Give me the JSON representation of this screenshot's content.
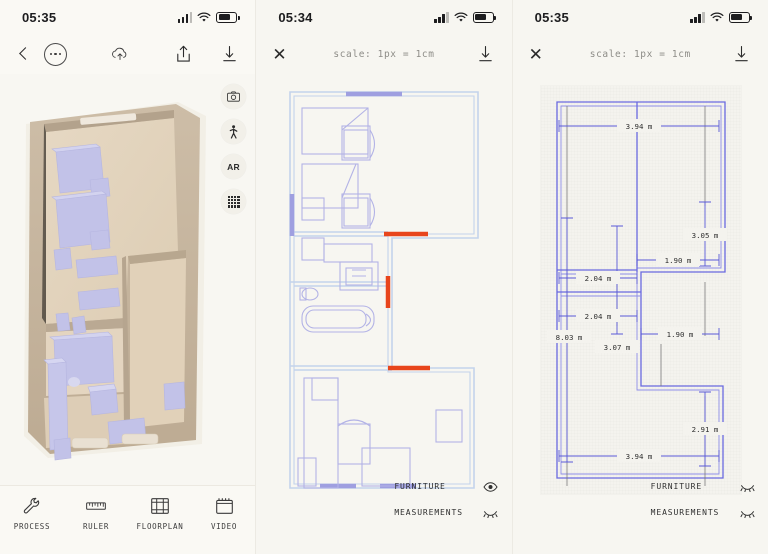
{
  "app": {
    "name": "floorplan-scanner"
  },
  "panels": [
    {
      "id": "panel-3d-view",
      "status": {
        "time": "05:35",
        "signal_icon": "signal-bars-icon",
        "wifi_icon": "wifi-icon",
        "battery_icon": "battery-icon"
      },
      "nav": {
        "back_icon": "chevron-left-icon",
        "more_icon": "more-options-icon",
        "cloud_icon": "cloud-upload-icon",
        "share_icon": "share-icon",
        "download_icon": "download-icon"
      },
      "side_tools": [
        {
          "name": "camera-tool",
          "icon": "camera-icon",
          "label": ""
        },
        {
          "name": "walkthrough-tool",
          "icon": "walking-person-icon",
          "label": ""
        },
        {
          "name": "ar-tool",
          "icon": "ar-text-icon",
          "label": "AR"
        },
        {
          "name": "grid-tool",
          "icon": "grid-icon",
          "label": ""
        }
      ],
      "tabs": [
        {
          "name": "tab-process",
          "label": "PROCESS",
          "icon": "wrench-icon"
        },
        {
          "name": "tab-ruler",
          "label": "RULER",
          "icon": "ruler-icon"
        },
        {
          "name": "tab-floorplan",
          "label": "FLOORPLAN",
          "icon": "floorplan-grid-icon"
        },
        {
          "name": "tab-video",
          "label": "VIDEO",
          "icon": "video-frame-icon"
        }
      ]
    },
    {
      "id": "panel-furniture-plan",
      "status": {
        "time": "05:34"
      },
      "nav": {
        "close_icon": "close-icon",
        "scale": "scale: 1px = 1cm",
        "download_icon": "download-icon"
      },
      "legend": [
        {
          "name": "legend-furniture",
          "label": "FURNITURE",
          "icon": "eye-open-icon",
          "visible": true
        },
        {
          "name": "legend-measurements",
          "label": "MEASUREMENTS",
          "icon": "eye-closed-icon",
          "visible": false
        }
      ]
    },
    {
      "id": "panel-measurements-plan",
      "status": {
        "time": "05:35"
      },
      "nav": {
        "close_icon": "close-icon",
        "scale": "scale: 1px = 1cm",
        "download_icon": "download-icon"
      },
      "legend": [
        {
          "name": "legend-furniture",
          "label": "FURNITURE",
          "icon": "eye-closed-icon",
          "visible": false
        },
        {
          "name": "legend-measurements",
          "label": "MEASUREMENTS",
          "icon": "eye-closed-icon",
          "visible": false
        }
      ],
      "measurements": [
        {
          "label": "3.94 m",
          "orientation": "horizontal"
        },
        {
          "label": "3.05 m",
          "orientation": "vertical"
        },
        {
          "label": "1.90 m",
          "orientation": "horizontal"
        },
        {
          "label": "2.04 m",
          "orientation": "horizontal"
        },
        {
          "label": "8.03 m",
          "orientation": "vertical"
        },
        {
          "label": "3.07 m",
          "orientation": "vertical"
        },
        {
          "label": "2.04 m",
          "orientation": "horizontal"
        },
        {
          "label": "1.90 m",
          "orientation": "horizontal"
        },
        {
          "label": "2.91 m",
          "orientation": "vertical"
        },
        {
          "label": "3.94 m",
          "orientation": "horizontal"
        }
      ]
    }
  ],
  "colors": {
    "background": "#f7f6f1",
    "panel_background": "#faf9f4",
    "wall_line": "#b9cbe8",
    "furniture_line": "#b3b3e6",
    "door_marker": "#e8451c",
    "window_marker": "#9f9fe0",
    "measure_line": "#5a5ad8",
    "room_floor": "#e2d3bd",
    "room_wall": "#c7b7a1",
    "furniture_3d": "#c2c2e8",
    "text": "#2f2f2f",
    "muted_text": "#8d8c87"
  }
}
